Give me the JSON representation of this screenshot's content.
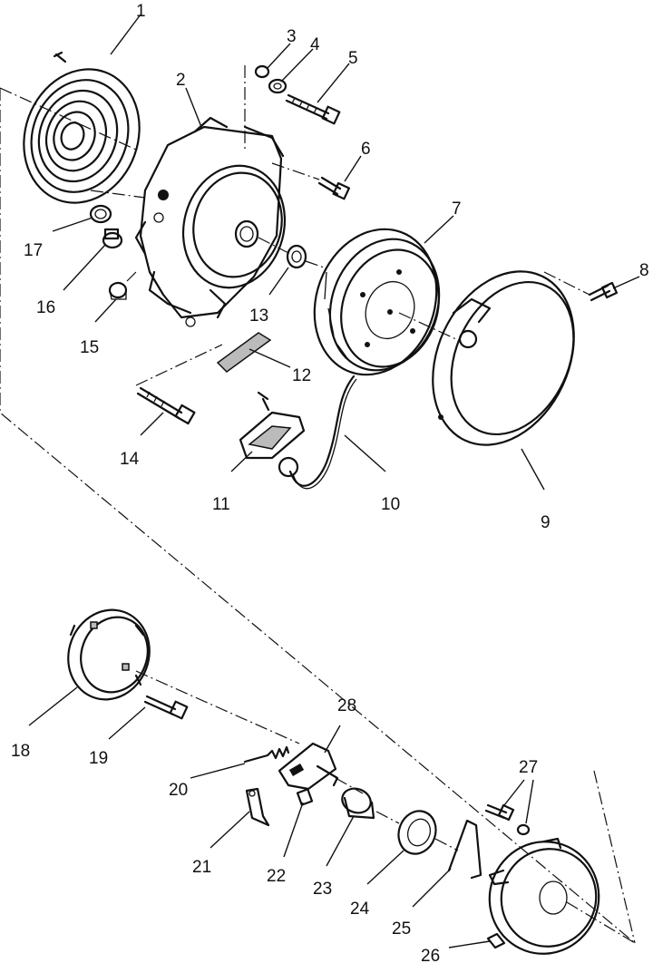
{
  "callouts": [
    {
      "id": "1",
      "label": "1"
    },
    {
      "id": "2",
      "label": "2"
    },
    {
      "id": "3",
      "label": "3"
    },
    {
      "id": "4",
      "label": "4"
    },
    {
      "id": "5",
      "label": "5"
    },
    {
      "id": "6",
      "label": "6"
    },
    {
      "id": "7",
      "label": "7"
    },
    {
      "id": "8",
      "label": "8"
    },
    {
      "id": "9",
      "label": "9"
    },
    {
      "id": "10",
      "label": "10"
    },
    {
      "id": "11",
      "label": "11"
    },
    {
      "id": "12",
      "label": "12"
    },
    {
      "id": "13",
      "label": "13"
    },
    {
      "id": "14",
      "label": "14"
    },
    {
      "id": "15",
      "label": "15"
    },
    {
      "id": "16",
      "label": "16"
    },
    {
      "id": "17",
      "label": "17"
    },
    {
      "id": "18",
      "label": "18"
    },
    {
      "id": "19",
      "label": "19"
    },
    {
      "id": "20",
      "label": "20"
    },
    {
      "id": "21",
      "label": "21"
    },
    {
      "id": "22",
      "label": "22"
    },
    {
      "id": "23",
      "label": "23"
    },
    {
      "id": "24",
      "label": "24"
    },
    {
      "id": "25",
      "label": "25"
    },
    {
      "id": "26",
      "label": "26"
    },
    {
      "id": "27",
      "label": "27"
    },
    {
      "id": "28",
      "label": "28"
    }
  ],
  "colors": {
    "ink": "#111111",
    "paper": "#ffffff"
  }
}
